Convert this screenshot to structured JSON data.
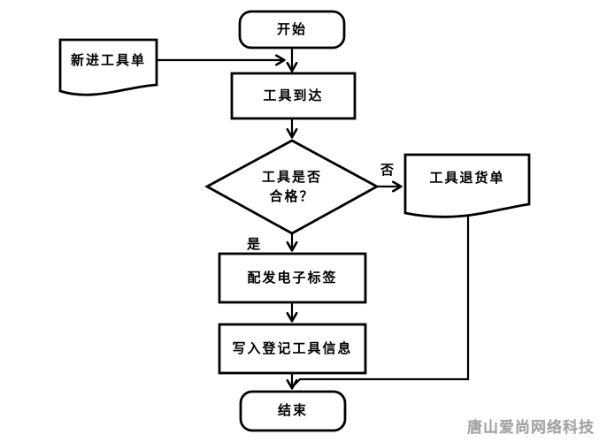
{
  "diagram": {
    "nodes": {
      "start": "开始",
      "new_tool_form": "新进工具单",
      "tool_arrive": "工具到达",
      "decision_line1": "工具是否",
      "decision_line2": "合格？",
      "return_form": "工具退货单",
      "issue_tag": "配发电子标签",
      "write_info": "写入登记工具信息",
      "end": "结束"
    },
    "edge_labels": {
      "no": "否",
      "yes": "是"
    },
    "shape_types": {
      "start": "terminator",
      "new_tool_form": "document",
      "tool_arrive": "process",
      "decision": "decision",
      "return_form": "document",
      "issue_tag": "process",
      "write_info": "process",
      "end": "terminator"
    },
    "colors": {
      "stroke": "#000000",
      "fill": "#ffffff",
      "watermark": "#a3a3a3"
    }
  },
  "watermark": {
    "text": "唐山爱尚网络科技"
  }
}
